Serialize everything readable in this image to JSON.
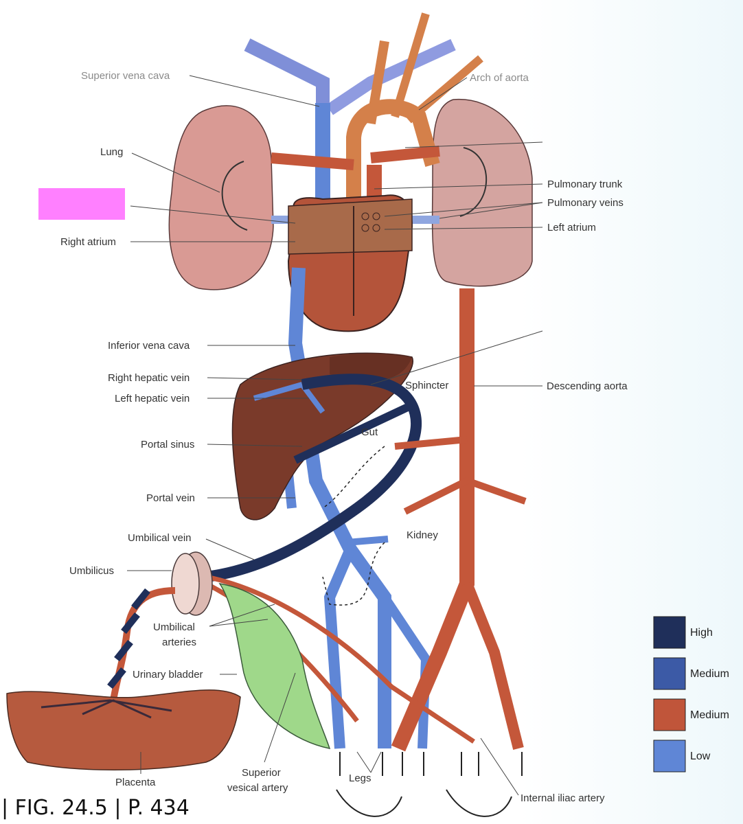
{
  "labels": {
    "superior_vena_cava": "Superior vena cava",
    "arch_of_aorta": "Arch of aorta",
    "lung": "Lung",
    "pulmonary_trunk": "Pulmonary trunk",
    "pulmonary_veins": "Pulmonary veins",
    "left_atrium": "Left atrium",
    "right_atrium": "Right atrium",
    "inferior_vena_cava": "Inferior vena cava",
    "right_hepatic_vein": "Right hepatic vein",
    "left_hepatic_vein": "Left hepatic vein",
    "sphincter": "Sphincter",
    "descending_aorta": "Descending aorta",
    "portal_sinus": "Portal sinus",
    "gut": "Gut",
    "portal_vein": "Portal vein",
    "kidney": "Kidney",
    "umbilical_vein": "Umbilical vein",
    "umbilicus": "Umbilicus",
    "umbilical_arteries_1": "Umbilical",
    "umbilical_arteries_2": "arteries",
    "urinary_bladder": "Urinary bladder",
    "placenta": "Placenta",
    "superior_vesical_artery_1": "Superior",
    "superior_vesical_artery_2": "vesical artery",
    "legs": "Legs",
    "internal_iliac_artery": "Internal iliac artery"
  },
  "legend": [
    {
      "label": "High",
      "color": "#1f2f5a"
    },
    {
      "label": "Medium",
      "color": "#3c5aa6"
    },
    {
      "label": "Medium",
      "color": "#c0553a"
    },
    {
      "label": "Low",
      "color": "#5f86d6"
    }
  ],
  "caption": "| FIG. 24.5 | P. 434",
  "colors": {
    "mask": "#ff80ff",
    "artery": "#c4573a",
    "vein_low": "#5f86d6",
    "vein_high": "#1f2f5a",
    "lung": "#d99a94",
    "liver": "#7a3a2a",
    "bladder": "#9fd88a",
    "heart": "#b4543a"
  }
}
